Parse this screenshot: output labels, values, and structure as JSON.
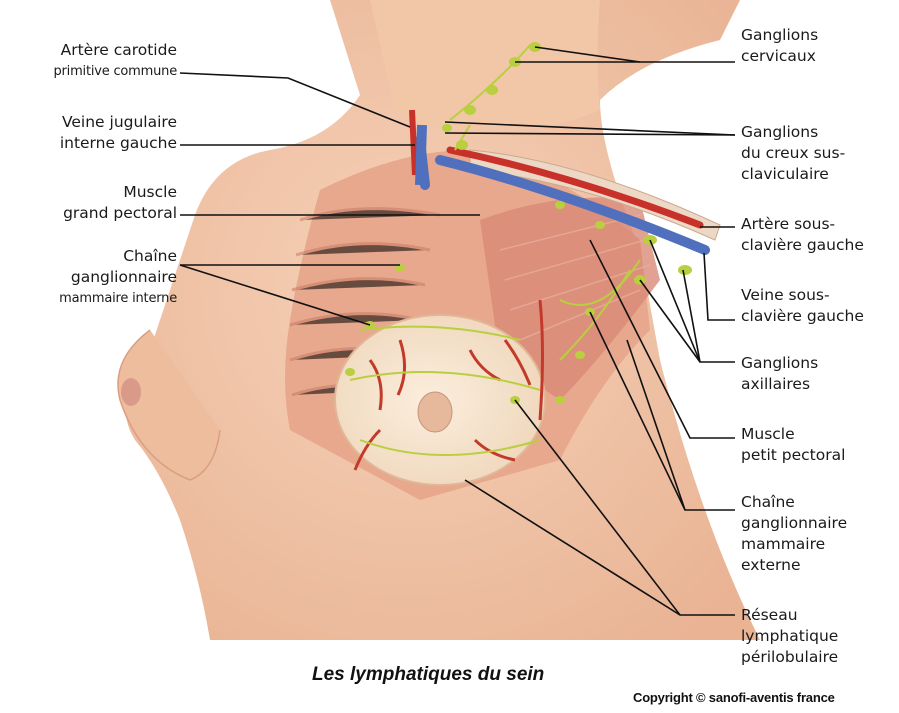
{
  "labels_left": {
    "carotid": [
      "Artère carotide",
      "primitive commune"
    ],
    "jugular": [
      "Veine jugulaire",
      "interne gauche"
    ],
    "pectoral_major": [
      "Muscle",
      "grand pectoral"
    ],
    "internal_chain": [
      "Chaîne",
      "ganglionnaire",
      "mammaire interne"
    ]
  },
  "labels_right": {
    "cervical": [
      "Ganglions",
      "cervicaux"
    ],
    "supraclavicular": [
      "Ganglions",
      "du creux sus-",
      "claviculaire"
    ],
    "subclavian_artery": [
      "Artère sous-",
      "clavière gauche"
    ],
    "subclavian_vein": [
      "Veine sous-",
      "clavière gauche"
    ],
    "axillary": [
      "Ganglions",
      "axillaires"
    ],
    "pectoral_minor": [
      "Muscle",
      "petit pectoral"
    ],
    "external_chain": [
      "Chaîne",
      "ganglionnaire",
      "mammaire",
      "externe"
    ],
    "perilobular": [
      "Réseau",
      "lymphatique",
      "périlobulaire"
    ]
  },
  "caption": "Les lymphatiques du sein",
  "copyright": "Copyright © sanofi-aventis france",
  "colors": {
    "skin": "#f0c4a6",
    "muscle": "#d9836f",
    "lymph": "#b9cf3f",
    "artery": "#c8302a",
    "vein": "#4f6fb8"
  }
}
